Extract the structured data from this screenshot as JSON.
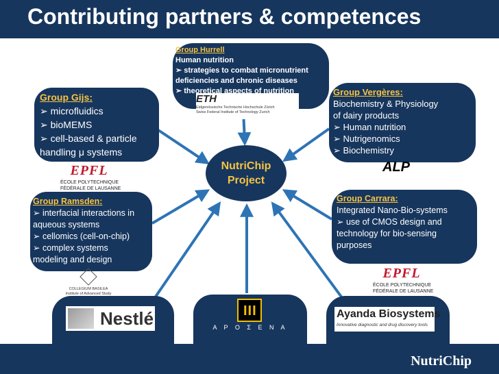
{
  "title": "Contributing partners & competences",
  "footer": "NutriChip",
  "center": {
    "line1": "NutriChip",
    "line2": "Project"
  },
  "groups": {
    "hurrell": {
      "head": "Group Hurrell",
      "lines": [
        "Human nutrition",
        "➢ strategies to combat micronutrient",
        "deficiencies and chronic diseases",
        "➢ theoretical aspects of nutrition"
      ]
    },
    "gijs": {
      "head": "Group Gijs:",
      "lines": [
        "➢ microfluidics",
        "➢ bioMEMS",
        "➢ cell-based & particle",
        "handling μ systems"
      ]
    },
    "vergeres": {
      "head": "Group Vergères:",
      "lines": [
        "Biochemistry & Physiology",
        "of dairy products",
        "➢ Human nutrition",
        "➢ Nutrigenomics",
        "➢ Biochemistry"
      ]
    },
    "ramsden": {
      "head": "Group Ramsden:",
      "lines": [
        "➢ interfacial interactions in",
        "aqueous systems",
        "➢ cellomics (cell-on-chip)",
        "➢ complex systems",
        "modeling and design"
      ]
    },
    "carrara": {
      "head": "Group Carrara:",
      "lines": [
        "Integrated Nano-Bio-systems",
        "➢ use of CMOS design and",
        "technology for bio-sensing",
        "purposes"
      ]
    }
  },
  "logos": {
    "eth": {
      "mark": "ETH",
      "sub1": "Eidgenössische Technische Hochschule Zürich",
      "sub2": "Swiss Federal Institute of Technology Zurich"
    },
    "epfl": {
      "mark": "EPFL",
      "sub1": "ÉCOLE POLYTECHNIQUE",
      "sub2": "FÉDÉRALE DE LAUSANNE"
    },
    "alp": "ALP",
    "collegium": {
      "name": "COLLEGIUM BASILEA",
      "sub": "Institute of Advanced Study"
    },
    "nestle": "Nestlé",
    "middle": {
      "mark": "III",
      "text": "Α Ρ Ο Σ Ε Ν Α"
    },
    "ayanda": {
      "name": "Ayanda Biosystems",
      "sub": "Innovative diagnostic and drug discovery tools"
    }
  },
  "colors": {
    "navy": "#17365d",
    "gold": "#f6c343",
    "epfl_red": "#c0192e"
  }
}
